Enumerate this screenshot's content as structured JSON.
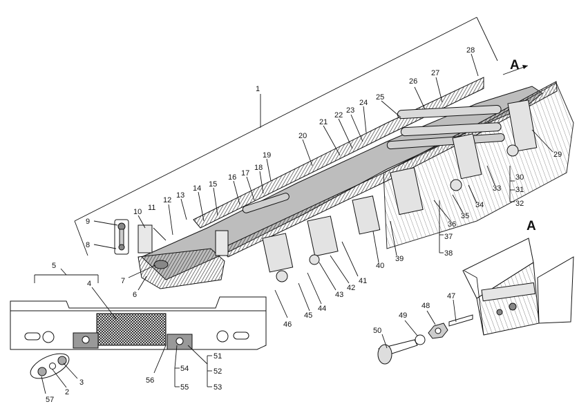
{
  "view": {
    "arrow_label": "A",
    "detail_label": "A"
  },
  "callouts": [
    {
      "id": "c1",
      "text": "1"
    },
    {
      "id": "c2",
      "text": "2"
    },
    {
      "id": "c3",
      "text": "3"
    },
    {
      "id": "c4",
      "text": "4"
    },
    {
      "id": "c5",
      "text": "5"
    },
    {
      "id": "c6",
      "text": "6"
    },
    {
      "id": "c7",
      "text": "7"
    },
    {
      "id": "c8",
      "text": "8"
    },
    {
      "id": "c9",
      "text": "9"
    },
    {
      "id": "c10",
      "text": "10"
    },
    {
      "id": "c11",
      "text": "11"
    },
    {
      "id": "c12",
      "text": "12"
    },
    {
      "id": "c13",
      "text": "13"
    },
    {
      "id": "c14",
      "text": "14"
    },
    {
      "id": "c15",
      "text": "15"
    },
    {
      "id": "c16",
      "text": "16"
    },
    {
      "id": "c17",
      "text": "17"
    },
    {
      "id": "c18",
      "text": "18"
    },
    {
      "id": "c19",
      "text": "19"
    },
    {
      "id": "c20",
      "text": "20"
    },
    {
      "id": "c21",
      "text": "21"
    },
    {
      "id": "c22",
      "text": "22"
    },
    {
      "id": "c23",
      "text": "23"
    },
    {
      "id": "c24",
      "text": "24"
    },
    {
      "id": "c25",
      "text": "25"
    },
    {
      "id": "c26",
      "text": "26"
    },
    {
      "id": "c27",
      "text": "27"
    },
    {
      "id": "c28",
      "text": "28"
    },
    {
      "id": "c29",
      "text": "29"
    },
    {
      "id": "c30",
      "text": "30"
    },
    {
      "id": "c31",
      "text": "31"
    },
    {
      "id": "c32",
      "text": "32"
    },
    {
      "id": "c33",
      "text": "33"
    },
    {
      "id": "c34",
      "text": "34"
    },
    {
      "id": "c35",
      "text": "35"
    },
    {
      "id": "c36",
      "text": "36"
    },
    {
      "id": "c37",
      "text": "37"
    },
    {
      "id": "c38",
      "text": "38"
    },
    {
      "id": "c39",
      "text": "39"
    },
    {
      "id": "c40",
      "text": "40"
    },
    {
      "id": "c41",
      "text": "41"
    },
    {
      "id": "c42",
      "text": "42"
    },
    {
      "id": "c43",
      "text": "43"
    },
    {
      "id": "c44",
      "text": "44"
    },
    {
      "id": "c45",
      "text": "45"
    },
    {
      "id": "c46",
      "text": "46"
    },
    {
      "id": "c47",
      "text": "47"
    },
    {
      "id": "c48",
      "text": "48"
    },
    {
      "id": "c49",
      "text": "49"
    },
    {
      "id": "c50",
      "text": "50"
    },
    {
      "id": "c51",
      "text": "51"
    },
    {
      "id": "c52",
      "text": "52"
    },
    {
      "id": "c53",
      "text": "53"
    },
    {
      "id": "c54",
      "text": "54"
    },
    {
      "id": "c55",
      "text": "55"
    },
    {
      "id": "c56",
      "text": "56"
    },
    {
      "id": "c57",
      "text": "57"
    }
  ]
}
